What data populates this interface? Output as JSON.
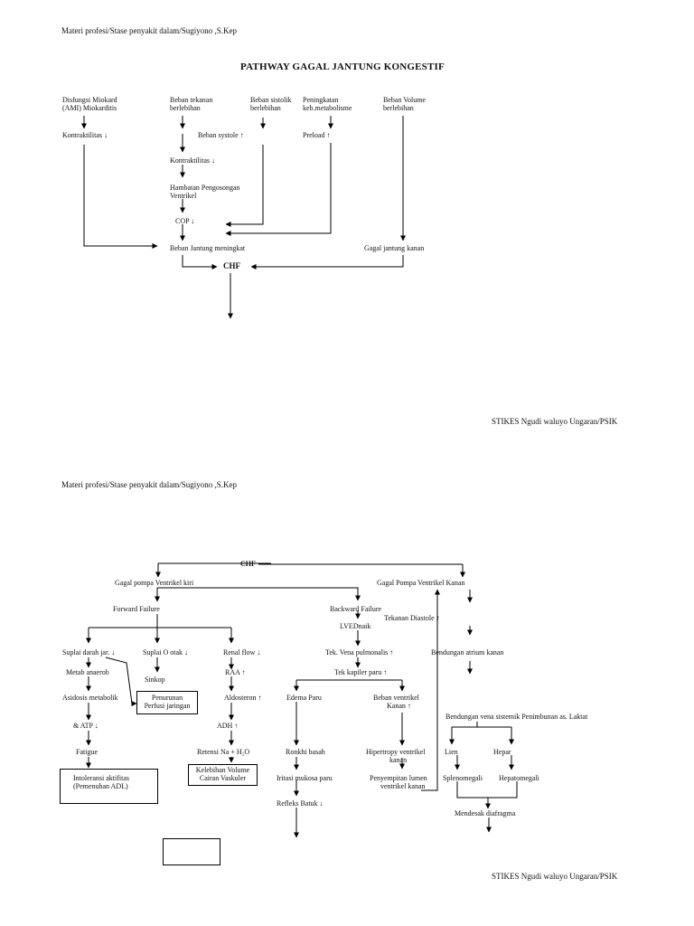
{
  "page1": {
    "header": "Materi profesi/Stase penyakit dalam/Sugiyono ,S.Kep",
    "title": "PATHWAY GAGAL JANTUNG KONGESTIF",
    "footer": "STIKES Ngudi waluyo Ungaran/PSIK",
    "nodes": {
      "disfungsi": "Disfungsi Miokard",
      "ami": "(AMI) Miokarditis",
      "beban_tekanan_1": "Beban tekanan",
      "beban_tekanan_2": "berlebihan",
      "beban_sistolik_1": "Beban sistolik",
      "beban_sistolik_2": "berlebihan",
      "peningkatan_1": "Peningkatan",
      "peningkatan_2": "keb.metabolisme",
      "beban_volume_1": "Beban Volume",
      "beban_volume_2": "berlebihan",
      "kontraktilitas_left": "Kontraktilitas ↓",
      "beban_systole": "Beban systole ↑",
      "preload": "Preload ↑",
      "kontraktilitas_mid": "Kontraktilitas ↓",
      "hambatan_1": "Hambatan Pengosongan",
      "hambatan_2": "Ventrikel",
      "cop": "COP ↓",
      "beban_jantung": "Beban Jantung meningkat",
      "gagal_kanan": "Gagal jantung kanan",
      "chf": "CHF"
    }
  },
  "page2": {
    "header": "Materi profesi/Stase penyakit dalam/Sugiyono ,S.Kep",
    "footer": "STIKES Ngudi waluyo Ungaran/PSIK",
    "nodes": {
      "chf": "CHF",
      "gagal_kiri": "Gagal pompa Ventrikel kiri",
      "gagal_kanan": "Gagal Pompa Ventrikel Kanan",
      "forward": "Forward Failure",
      "backward": "Backward Failure",
      "lvednaik": "LVEDnaik",
      "tekanan_diastole": "Tekanan Diastole ↑",
      "suplai_jar": "Suplai darah jar. ↓",
      "suplai_otak": "Suplai O otak ↓",
      "renal": "Renal flow ↓",
      "tek_vena": "Tek. Vena pulmonalis ↑",
      "bendungan_atrium": "Bendungan atrium kanan",
      "metab": "Metab anaerob",
      "sinkop": "Sinkop",
      "raa": "RAA ↑",
      "tek_kapiler": "Tek kapiler paru ↑",
      "asidosis": "Asidosis metabolik",
      "penurunan_1": "Penurunan",
      "penurunan_2": "Perfusi jaringan",
      "aldosteron": "Aldosteron ↑",
      "edema": "Edema Paru",
      "beban_ventrikel_1": "Beban ventrikel",
      "beban_ventrikel_2": "Kanan ↑",
      "bendungan_vena": "Bendungan vena sistemik Penimbunan as. Laktat",
      "atp": "& ATP ↓",
      "adh": "ADH ↑",
      "lien": "Lien",
      "hepar": "Hepar",
      "fatigue": "Fatigue",
      "retensi": "Retensi Na + H₂O",
      "ronkhi": "Ronkhi basah",
      "hipertropy_1": "Hipertropy ventrikel",
      "hipertropy_2": "kanan",
      "intoleransi_1": "Intoleransi aktifitas",
      "intoleransi_2": "(Pemenuhan ADL)",
      "kelebihan_1": "Kelebihan Volume",
      "kelebihan_2": "Cairan Vaskuler",
      "iritasi": "Iritasi mukosa paru",
      "penyempitan_1": "Penyempitan lumen",
      "penyempitan_2": "ventrikel kanan",
      "splenomegali": "Splenomegali",
      "hepatomegali": "Hepatomegali",
      "mendesak": "Mendesak diafragma",
      "refleks": "Refleks Batuk ↓"
    }
  }
}
